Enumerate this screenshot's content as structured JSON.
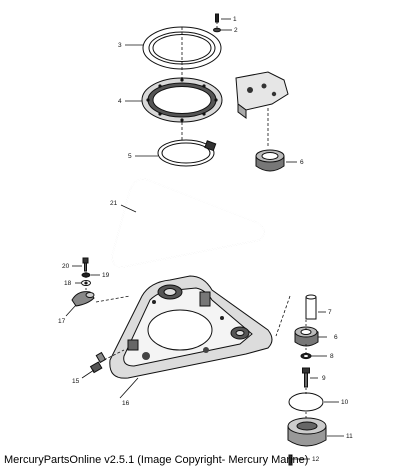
{
  "footer": "MercuryPartsOnline v2.5.1 (Image Copyright- Mercury Marine)",
  "callouts": {
    "c1": "1",
    "c2": "2",
    "c3": "3",
    "c4": "4",
    "c5": "5",
    "c6": "6",
    "c6b": "6",
    "c7": "7",
    "c8": "8",
    "c9": "9",
    "c10": "10",
    "c11": "11",
    "c12": "12",
    "c15": "15",
    "c16": "16",
    "c17": "17",
    "c18": "18",
    "c19": "19",
    "c20": "20",
    "c21": "21"
  }
}
